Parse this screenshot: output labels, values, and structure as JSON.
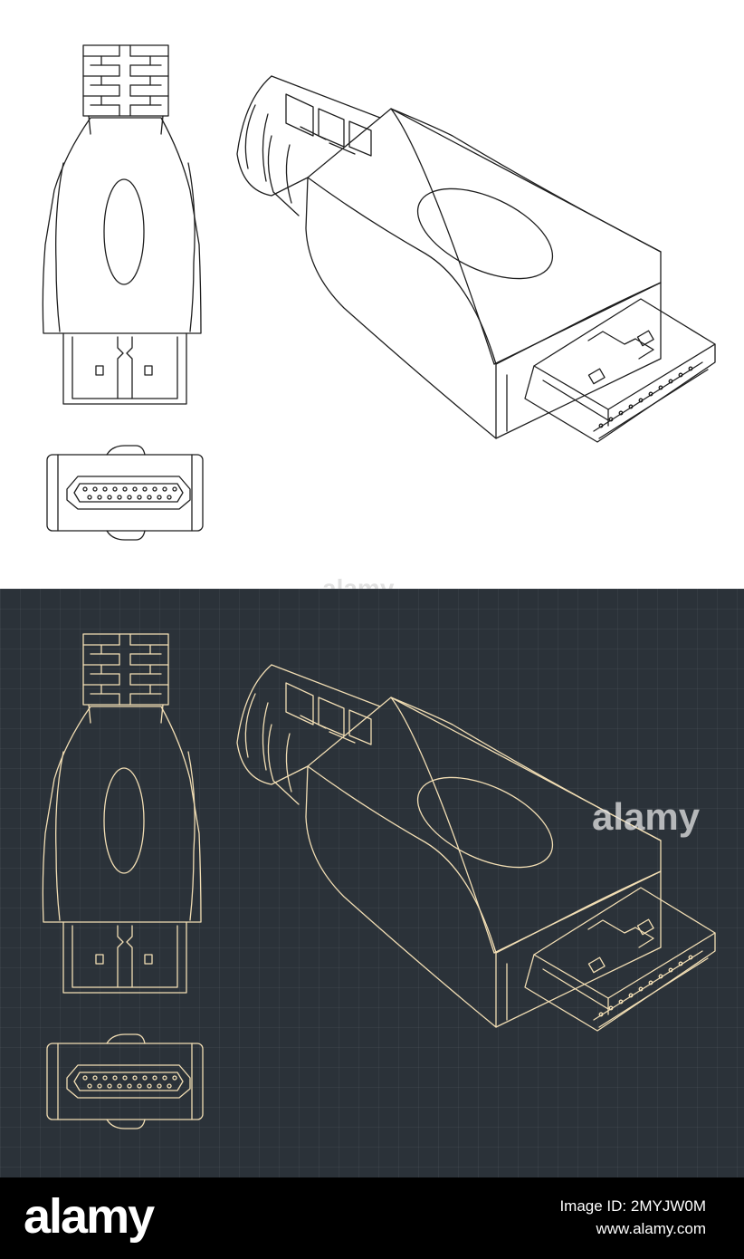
{
  "colors": {
    "light_background": "#ffffff",
    "light_line": "#1e1e1e",
    "dark_background": "#2b3239",
    "dark_line": "#f2deb4",
    "footer_background": "#000000",
    "footer_text": "#ffffff"
  },
  "watermarks": [
    "alamy",
    "alamy"
  ],
  "footer": {
    "brand": "alamy",
    "image_id": "Image ID: 2MYJW0M",
    "url": "www.alamy.com"
  }
}
